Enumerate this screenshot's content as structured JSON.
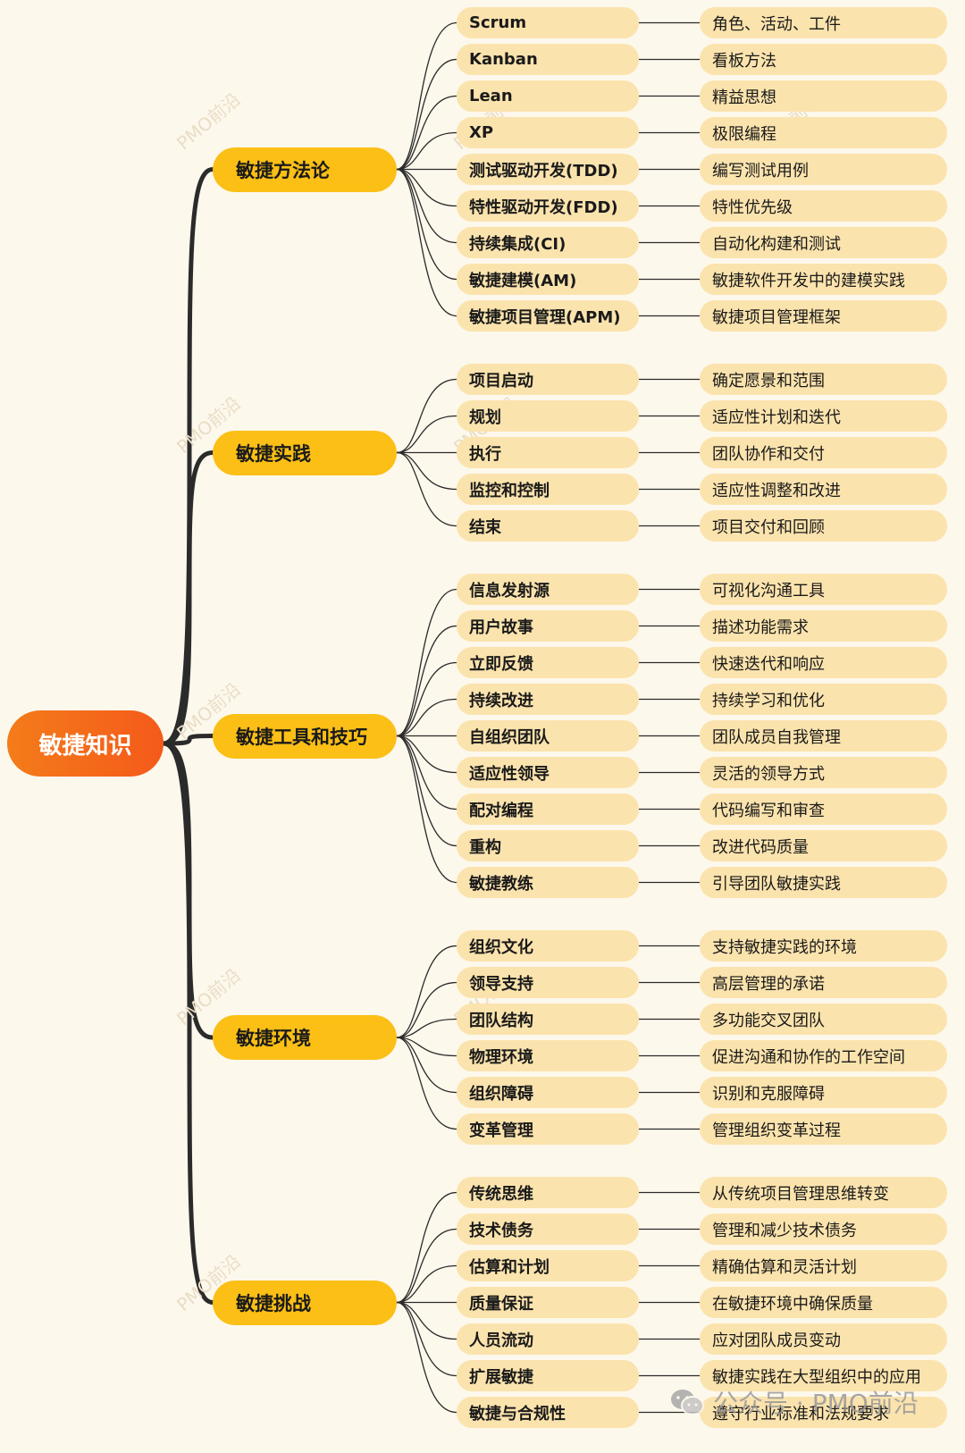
{
  "root": {
    "label": "敏捷知识"
  },
  "branches": [
    {
      "label": "敏捷方法论",
      "items": [
        {
          "name": "Scrum",
          "desc": "角色、活动、工件"
        },
        {
          "name": "Kanban",
          "desc": "看板方法"
        },
        {
          "name": "Lean",
          "desc": "精益思想"
        },
        {
          "name": "XP",
          "desc": "极限编程"
        },
        {
          "name": "测试驱动开发(TDD)",
          "desc": "编写测试用例"
        },
        {
          "name": "特性驱动开发(FDD)",
          "desc": "特性优先级"
        },
        {
          "name": "持续集成(CI)",
          "desc": "自动化构建和测试"
        },
        {
          "name": "敏捷建模(AM)",
          "desc": "敏捷软件开发中的建模实践"
        },
        {
          "name": "敏捷项目管理(APM)",
          "desc": "敏捷项目管理框架"
        }
      ]
    },
    {
      "label": "敏捷实践",
      "items": [
        {
          "name": "项目启动",
          "desc": "确定愿景和范围"
        },
        {
          "name": "规划",
          "desc": "适应性计划和迭代"
        },
        {
          "name": "执行",
          "desc": "团队协作和交付"
        },
        {
          "name": "监控和控制",
          "desc": "适应性调整和改进"
        },
        {
          "name": "结束",
          "desc": "项目交付和回顾"
        }
      ]
    },
    {
      "label": "敏捷工具和技巧",
      "items": [
        {
          "name": "信息发射源",
          "desc": "可视化沟通工具"
        },
        {
          "name": "用户故事",
          "desc": "描述功能需求"
        },
        {
          "name": "立即反馈",
          "desc": "快速迭代和响应"
        },
        {
          "name": "持续改进",
          "desc": "持续学习和优化"
        },
        {
          "name": "自组织团队",
          "desc": "团队成员自我管理"
        },
        {
          "name": "适应性领导",
          "desc": "灵活的领导方式"
        },
        {
          "name": "配对编程",
          "desc": "代码编写和审查"
        },
        {
          "name": "重构",
          "desc": "改进代码质量"
        },
        {
          "name": "敏捷教练",
          "desc": "引导团队敏捷实践"
        }
      ]
    },
    {
      "label": "敏捷环境",
      "items": [
        {
          "name": "组织文化",
          "desc": "支持敏捷实践的环境"
        },
        {
          "name": "领导支持",
          "desc": "高层管理的承诺"
        },
        {
          "name": "团队结构",
          "desc": "多功能交叉团队"
        },
        {
          "name": "物理环境",
          "desc": "促进沟通和协作的工作空间"
        },
        {
          "name": "组织障碍",
          "desc": "识别和克服障碍"
        },
        {
          "name": "变革管理",
          "desc": "管理组织变革过程"
        }
      ]
    },
    {
      "label": "敏捷挑战",
      "items": [
        {
          "name": "传统思维",
          "desc": "从传统项目管理思维转变"
        },
        {
          "name": "技术债务",
          "desc": "管理和减少技术债务"
        },
        {
          "name": "估算和计划",
          "desc": "精确估算和灵活计划"
        },
        {
          "name": "质量保证",
          "desc": "在敏捷环境中确保质量"
        },
        {
          "name": "人员流动",
          "desc": "应对团队成员变动"
        },
        {
          "name": "扩展敏捷",
          "desc": "敏捷实践在大型组织中的应用"
        },
        {
          "name": "敏捷与合规性",
          "desc": "遵守行业标准和法规要求"
        }
      ]
    }
  ],
  "watermark": "PMO前沿",
  "footer": {
    "text": "公众号 · PMO前沿",
    "icon": "wechat-icon"
  },
  "colors": {
    "background": "#fdf8ec",
    "root_start": "#f47c1a",
    "root_end": "#f45a1a",
    "branch": "#fbbf16",
    "leaf": "#fbe3ad",
    "line": "#2b2b2b"
  }
}
